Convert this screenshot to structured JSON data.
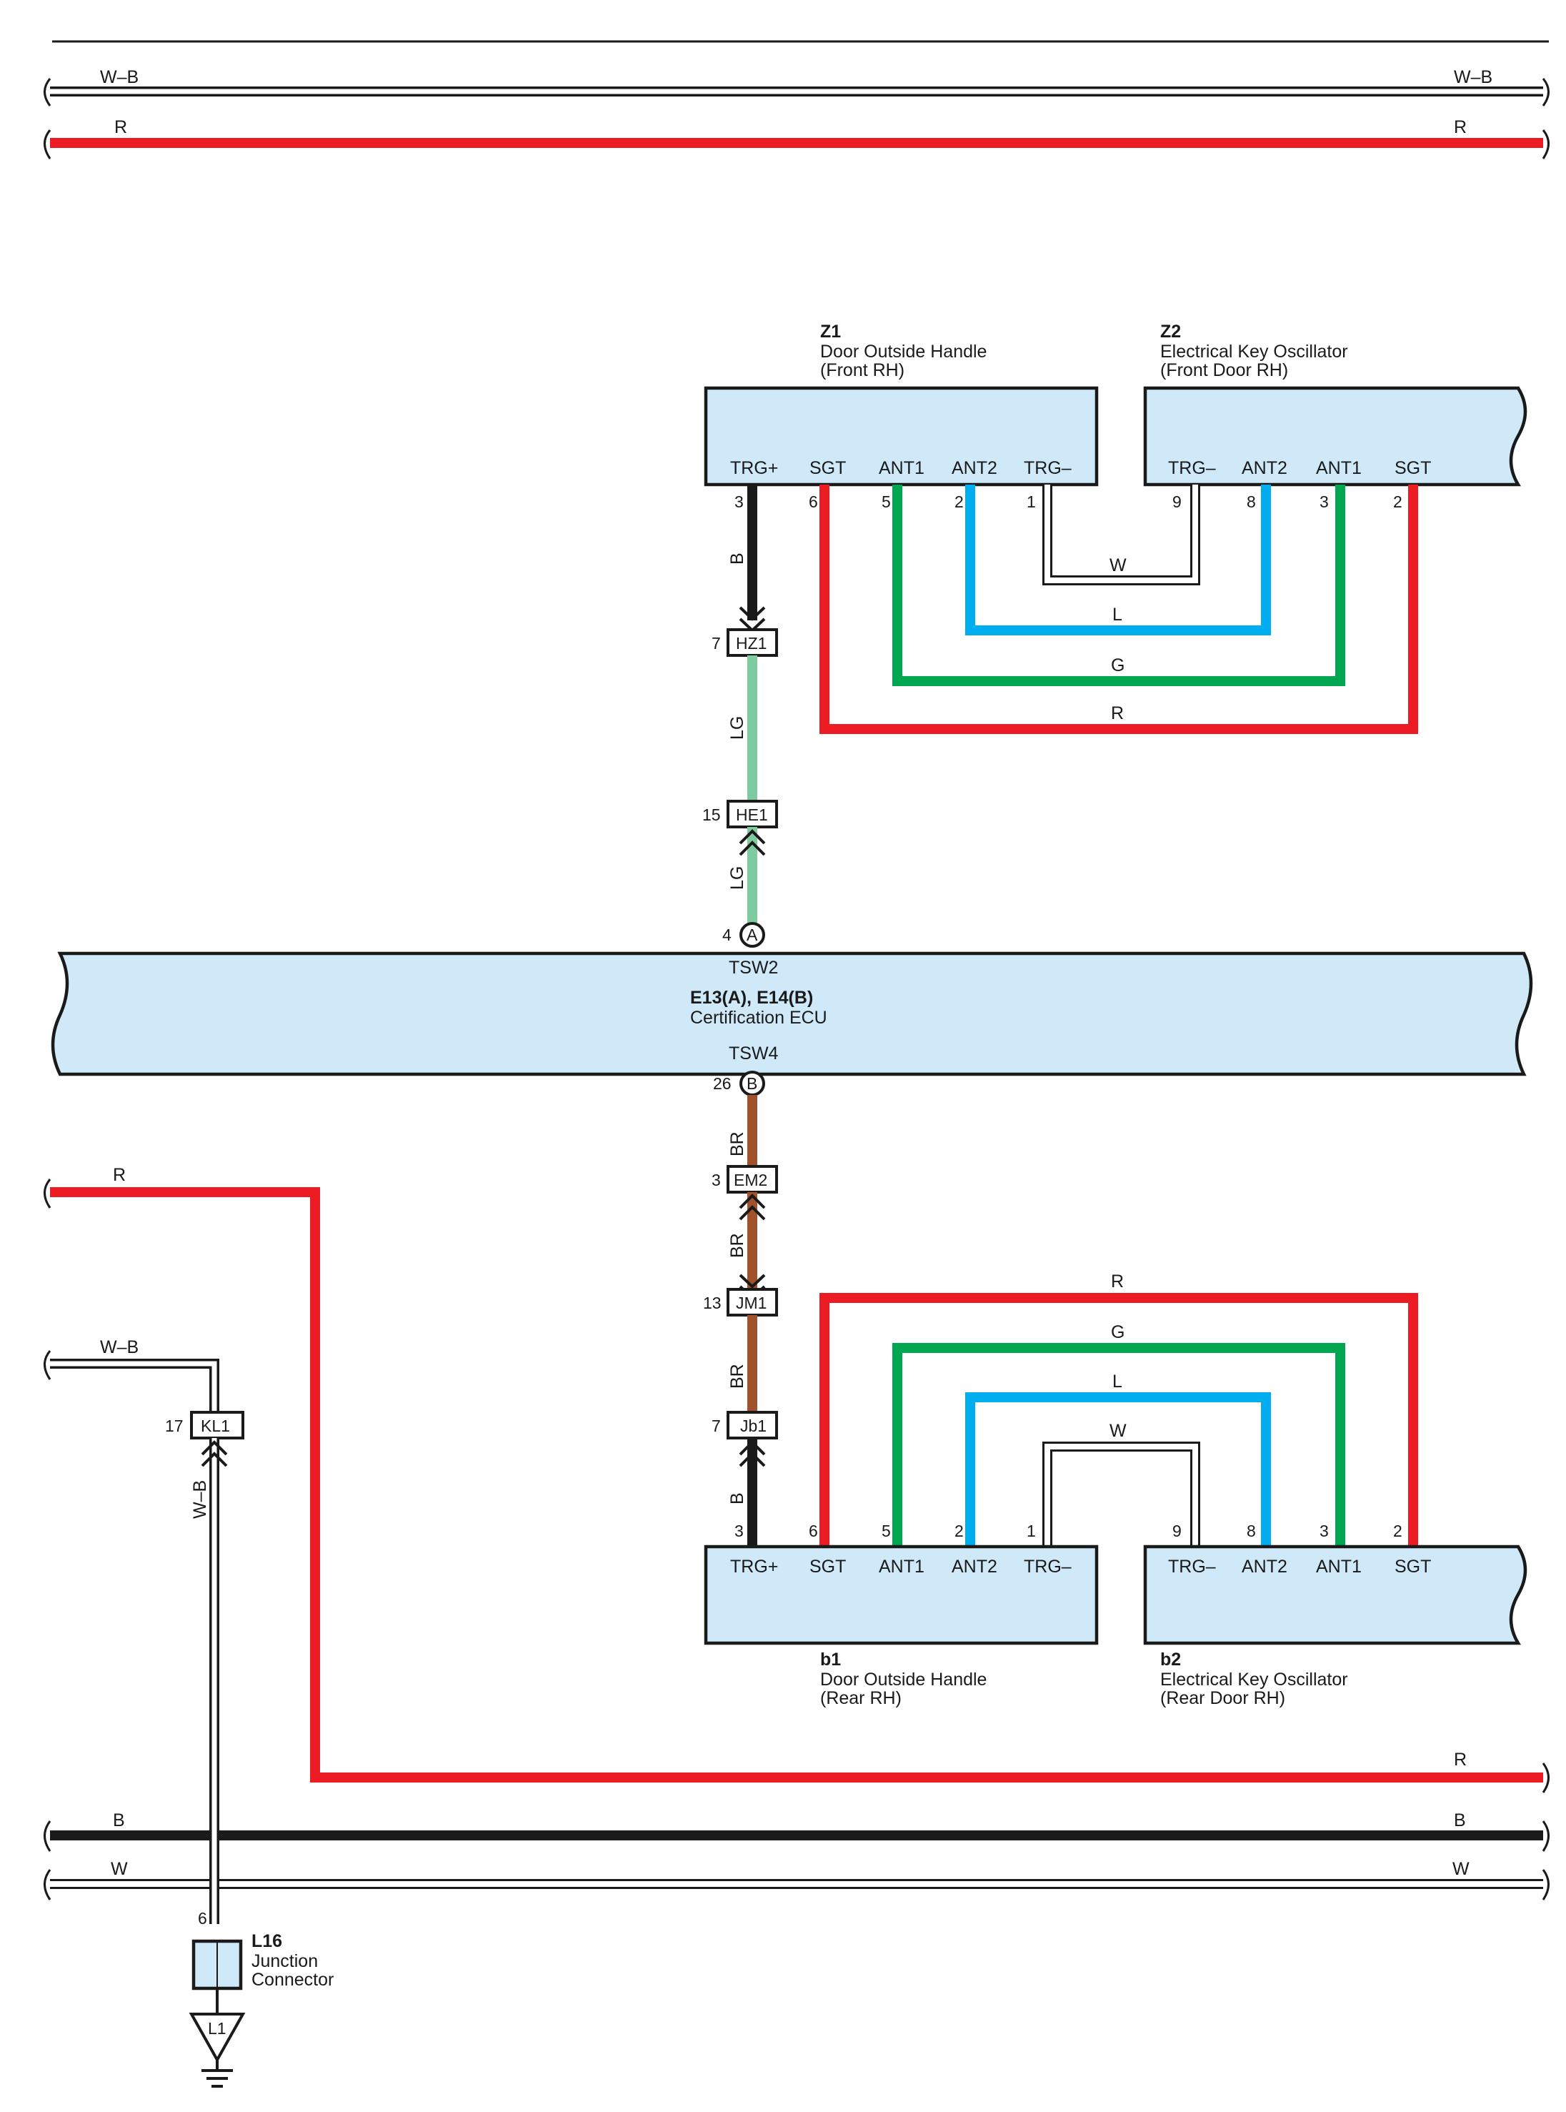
{
  "bus_wires": [
    {
      "id": "wb-top",
      "label_left": "W–B",
      "label_right": "W–B",
      "color": "W–B"
    },
    {
      "id": "r-top",
      "label_left": "R",
      "label_right": "R",
      "color": "R"
    },
    {
      "id": "b-bottom",
      "label_left": "B",
      "label_right": "B",
      "color": "B"
    },
    {
      "id": "w-bottom",
      "label_left": "W",
      "label_right": "W",
      "color": "W"
    }
  ],
  "r_lower": {
    "label_left": "R",
    "label_right": "R"
  },
  "wb_lower": {
    "label": "W–B",
    "vertical_label": "W–B"
  },
  "z1": {
    "code": "Z1",
    "name": "Door Outside Handle",
    "sub": "(Front RH)",
    "terminals": [
      "TRG+",
      "SGT",
      "ANT1",
      "ANT2",
      "TRG–"
    ],
    "pins": [
      "3",
      "6",
      "5",
      "2",
      "1"
    ]
  },
  "z2": {
    "code": "Z2",
    "name": "Electrical Key Oscillator",
    "sub": "(Front Door RH)",
    "terminals": [
      "TRG–",
      "ANT2",
      "ANT1",
      "SGT"
    ],
    "pins": [
      "9",
      "8",
      "3",
      "2"
    ]
  },
  "b1": {
    "code": "b1",
    "name": "Door Outside Handle",
    "sub": "(Rear RH)",
    "terminals": [
      "TRG+",
      "SGT",
      "ANT1",
      "ANT2",
      "TRG–"
    ],
    "pins": [
      "3",
      "6",
      "5",
      "2",
      "1"
    ]
  },
  "b2": {
    "code": "b2",
    "name": "Electrical Key Oscillator",
    "sub": "(Rear Door RH)",
    "terminals": [
      "TRG–",
      "ANT2",
      "ANT1",
      "SGT"
    ],
    "pins": [
      "9",
      "8",
      "3",
      "2"
    ]
  },
  "ecu": {
    "code": "E13(A), E14(B)",
    "name": "Certification ECU",
    "top_terminal": "TSW2",
    "bottom_terminal": "TSW4",
    "top_pin": "4",
    "top_conn": "A",
    "bottom_pin": "26",
    "bottom_conn": "B"
  },
  "front_loops": [
    "W",
    "L",
    "G",
    "R"
  ],
  "rear_loops": [
    "R",
    "G",
    "L",
    "W"
  ],
  "upper_chain": {
    "wire1": "B",
    "hz1": {
      "pin": "7",
      "name": "HZ1"
    },
    "wire2": "LG",
    "he1": {
      "pin": "15",
      "name": "HE1"
    },
    "wire3": "LG"
  },
  "lower_chain": {
    "wire1": "BR",
    "em2": {
      "pin": "3",
      "name": "EM2"
    },
    "wire2": "BR",
    "jm1": {
      "pin": "13",
      "name": "JM1"
    },
    "wire3": "BR",
    "jb1": {
      "pin": "7",
      "name": "Jb1"
    },
    "wire4": "B"
  },
  "kl1": {
    "pin": "17",
    "name": "KL1"
  },
  "l16": {
    "code": "L16",
    "name": "Junction",
    "sub": "Connector",
    "pin": "6"
  },
  "ground": {
    "name": "L1"
  },
  "colors": {
    "R": "#ec1c24",
    "B": "#1a1a1a",
    "G": "#00a650",
    "L": "#00aeef",
    "LG": "#7fcba0",
    "BR": "#a0522d",
    "W": "#ffffff",
    "outline": "#1a1a1a",
    "box_fill": "#cfe9f8"
  }
}
